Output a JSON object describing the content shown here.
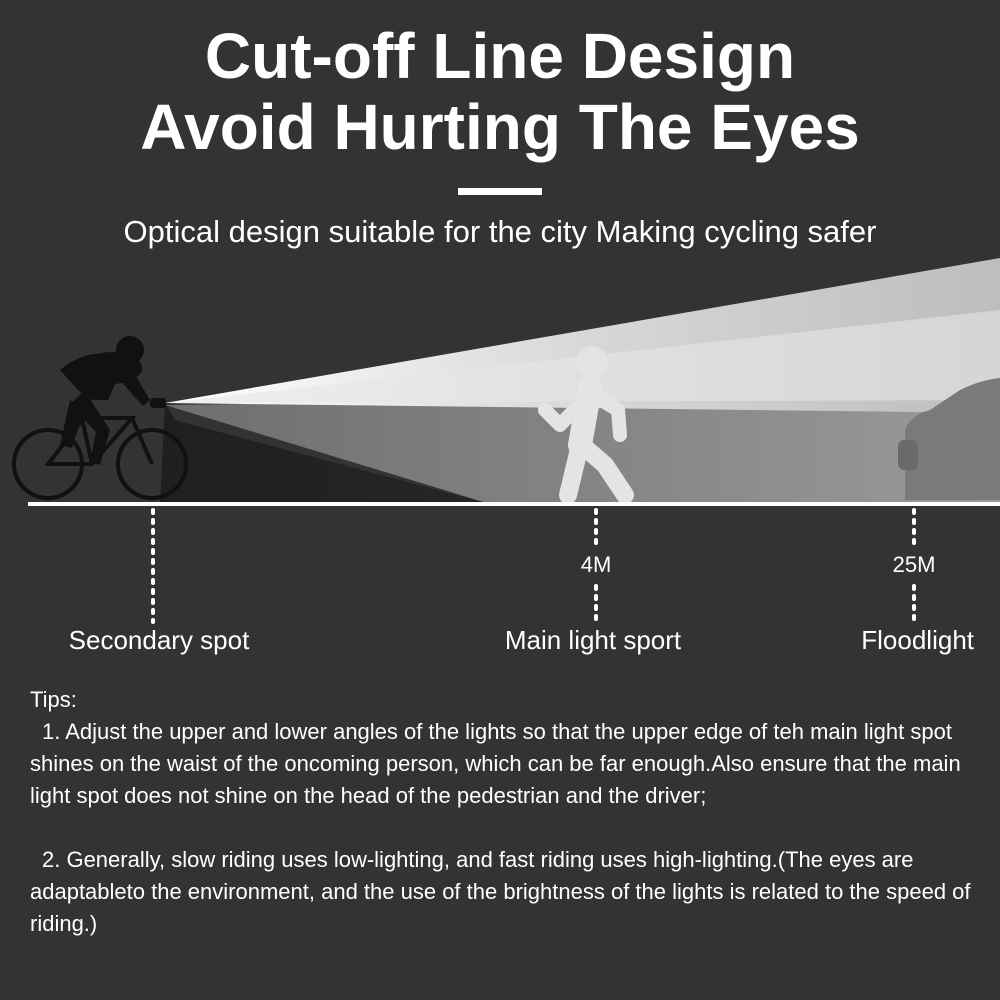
{
  "header": {
    "title_line1": "Cut-off Line Design",
    "title_line2": "Avoid Hurting The Eyes",
    "subtitle": "Optical design suitable for the city Making cycling safer"
  },
  "diagram": {
    "distances": [
      "4M",
      "25M"
    ],
    "spots": [
      "Secondary spot",
      "Main light sport",
      "Floodlight"
    ],
    "colors": {
      "background": "#333333",
      "beam_bright": "#c8c8c8",
      "beam_dim": "#8a8a8a",
      "road": "#ffffff"
    },
    "icons": [
      "cyclist-icon",
      "pedestrian-icon",
      "car-icon"
    ]
  },
  "tips": {
    "heading": "Tips:",
    "items": [
      "1. Adjust the upper and lower angles of the lights so that the upper edge of teh main light spot shines on the waist of the oncoming person, which can be far enough.Also ensure that the main light spot does not shine on the head of the pedestrian and the driver;",
      "2. Generally, slow riding uses low-lighting, and fast riding uses high-lighting.(The eyes are adaptableto the environment, and the use of the brightness of the lights is related to the speed of riding.)"
    ]
  }
}
